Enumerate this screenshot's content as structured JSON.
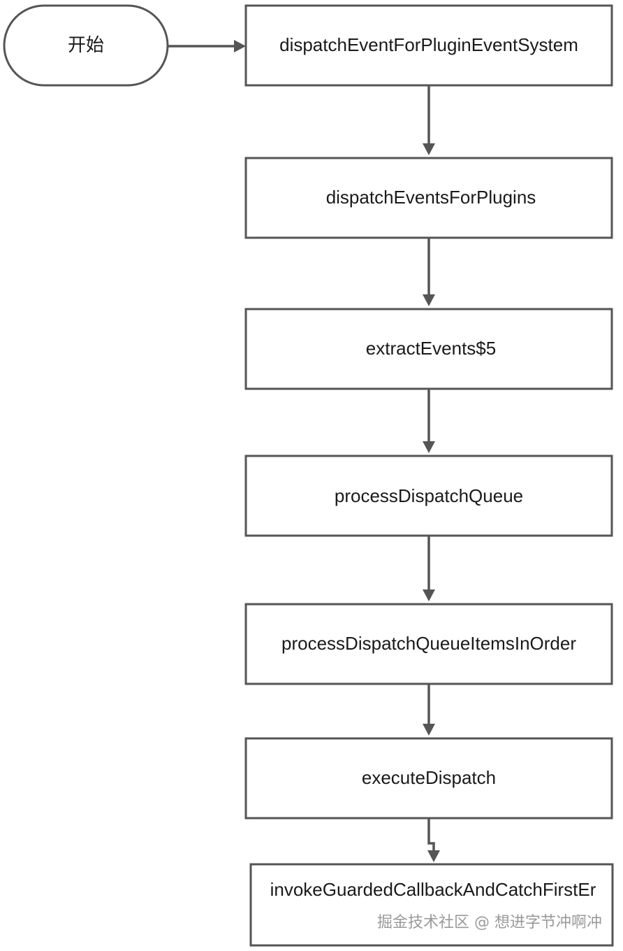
{
  "diagram": {
    "start_label": "开始",
    "steps": [
      "dispatchEventForPluginEventSystem",
      "dispatchEventsForPlugins",
      "extractEvents$5",
      "processDispatchQueue",
      "processDispatchQueueItemsInOrder",
      "executeDispatch",
      "invokeGuardedCallbackAndCatchFirstEr"
    ]
  },
  "watermark": "掘金技术社区 @ 想进字节冲啊冲",
  "colors": {
    "stroke": "#555555",
    "text": "#1a1a1a",
    "background": "#ffffff"
  }
}
